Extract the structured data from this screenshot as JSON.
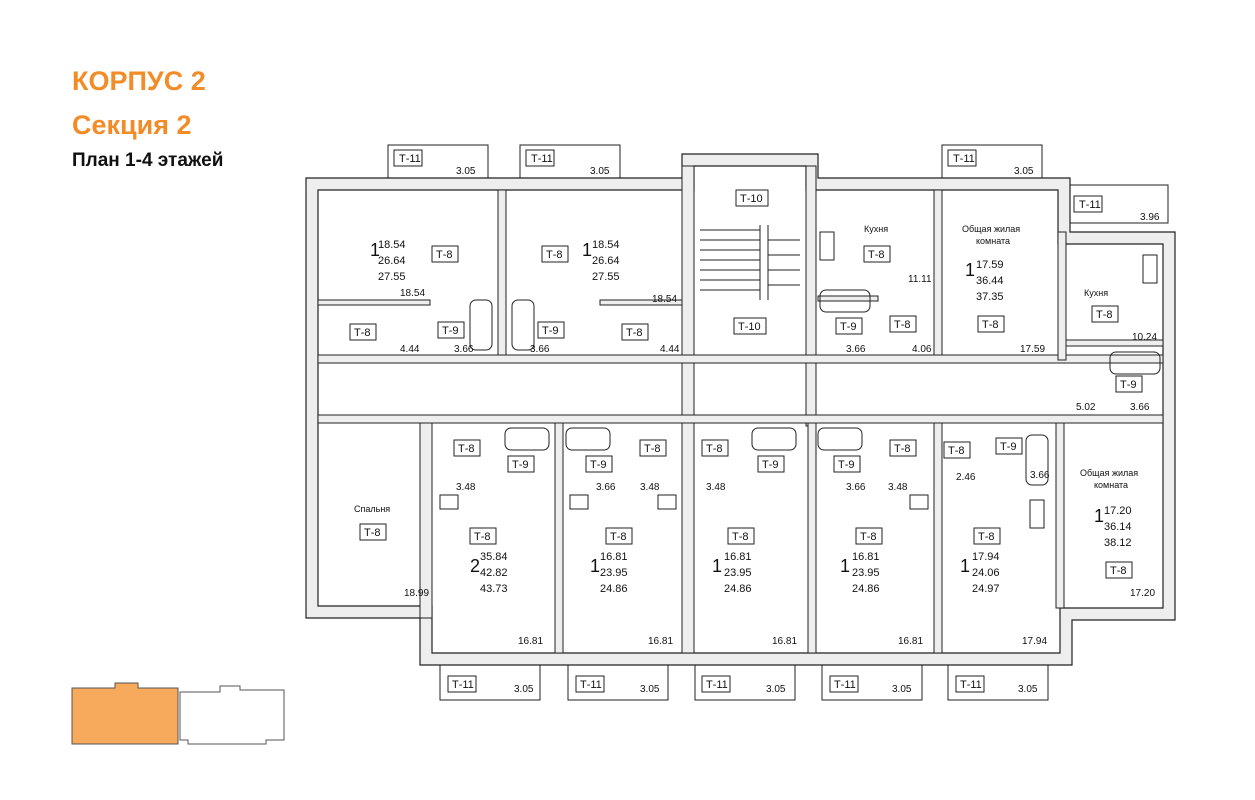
{
  "header": {
    "line1": "КОРПУС 2",
    "line2": "Секция 2",
    "line3": "План 1-4 этажей"
  },
  "colors": {
    "accent": "#f28c28",
    "wall": "#eeeeee",
    "line": "#222222",
    "mini_active": "#f7a95c"
  },
  "plan": {
    "tags": [
      "Т-8",
      "Т-9",
      "Т-10",
      "Т-11"
    ],
    "rooms": {
      "kitchen": "Кухня",
      "living1": "Общая жилая",
      "living2": "комната",
      "bedroom": "Спальня"
    },
    "apartments": [
      {
        "rooms": "1",
        "a": "18.54",
        "b": "26.64",
        "c": "27.55"
      },
      {
        "rooms": "1",
        "a": "18.54",
        "b": "26.64",
        "c": "27.55"
      },
      {
        "rooms": "1",
        "a": "17.59",
        "b": "36.44",
        "c": "37.35"
      },
      {
        "rooms": "1",
        "a": "17.20",
        "b": "36.14",
        "c": "38.12"
      },
      {
        "rooms": "2",
        "a": "35.84",
        "b": "42.82",
        "c": "43.73"
      },
      {
        "rooms": "1",
        "a": "16.81",
        "b": "23.95",
        "c": "24.86"
      },
      {
        "rooms": "1",
        "a": "16.81",
        "b": "23.95",
        "c": "24.86"
      },
      {
        "rooms": "1",
        "a": "16.81",
        "b": "23.95",
        "c": "24.86"
      },
      {
        "rooms": "1",
        "a": "17.94",
        "b": "24.06",
        "c": "24.97"
      }
    ],
    "dims": {
      "d305": "3.05",
      "d396": "3.96",
      "d1854": "18.54",
      "d444": "4.44",
      "d366": "3.66",
      "d1111": "11.11",
      "d406": "4.06",
      "d1759": "17.59",
      "d1024": "10.24",
      "d502": "5.02",
      "d348": "3.48",
      "d246": "2.46",
      "d1899": "18.99",
      "d1681": "16.81",
      "d1794": "17.94",
      "d1720": "17.20"
    }
  }
}
